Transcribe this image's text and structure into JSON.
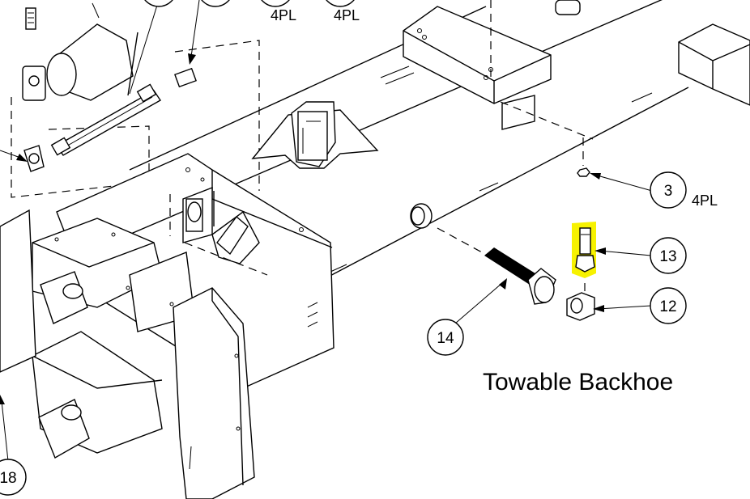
{
  "caption": "Towable Backhoe",
  "highlight_color": "#f7f200",
  "callouts": [
    {
      "label": "3",
      "note": "4PL"
    },
    {
      "label": "13"
    },
    {
      "label": "12"
    },
    {
      "label": "14"
    },
    {
      "label": "18"
    }
  ],
  "top_notes": [
    "4PL",
    "4PL"
  ]
}
